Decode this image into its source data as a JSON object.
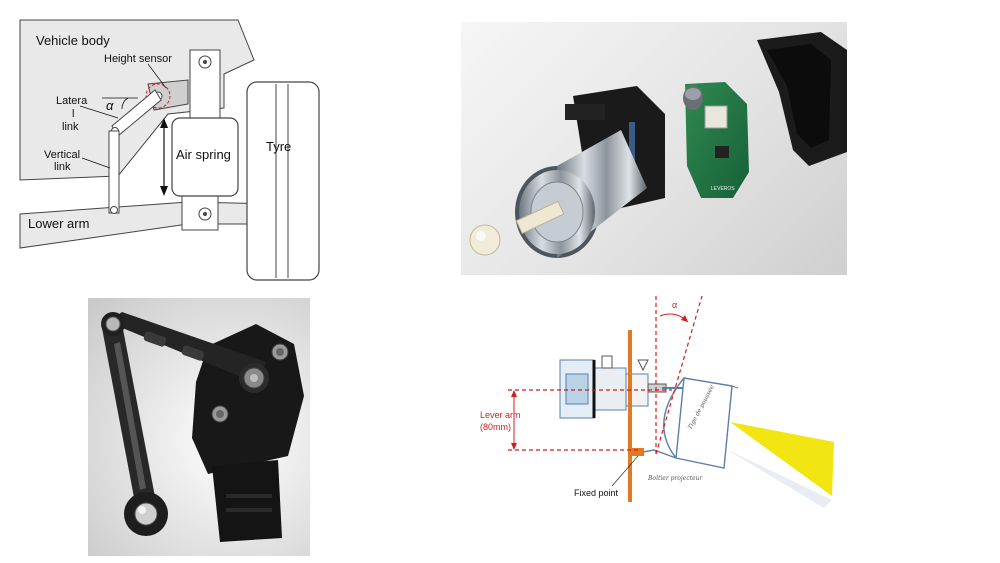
{
  "suspension_diagram": {
    "vehicle_body": "Vehicle body",
    "height_sensor": "Height sensor",
    "lateral_link_1": "Latera",
    "lateral_link_2": "l",
    "lateral_link_3": "link",
    "vertical_link_1": "Vertical",
    "vertical_link_2": "link",
    "angle_symbol": "α",
    "air_spring": "Air spring",
    "tyre": "Tyre",
    "lower_arm": "Lower arm"
  },
  "actuator_photo": {
    "chip_text": "LEVEROS"
  },
  "sensor_photo": {},
  "headlamp_diagram": {
    "angle_symbol": "α",
    "lever_arm_1": "Lever arm",
    "lever_arm_2": "(80mm)",
    "fixed_point": "Fixed point",
    "lamp_inner": "Tige de poussée",
    "housing": "Boîtier projecteur"
  },
  "colors": {
    "red_dash": "#d21d1d",
    "orange_bar": "#e27a24",
    "beam_yellow": "#f2e511",
    "reflector_blue": "#5b7fa8"
  }
}
